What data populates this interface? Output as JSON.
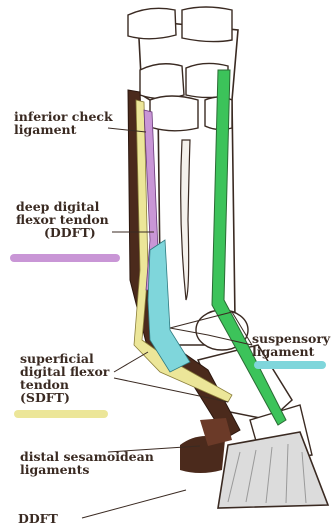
{
  "diagram": {
    "labels": {
      "inferior_check": [
        "inferior check",
        "ligament"
      ],
      "ddft_long": [
        "deep digital",
        "flexor tendon",
        "(DDFT)"
      ],
      "suspensory": [
        "suspensory",
        "ligament"
      ],
      "sdft": [
        "superficial",
        "digital flexor",
        "tendon",
        "(SDFT)"
      ],
      "distal_sesamoidean": [
        "distal sesamoidean",
        "ligaments"
      ],
      "ddft_short": "DDFT"
    },
    "legend_colors": {
      "ddft": "#c996d6",
      "suspensory": "#7fd6db",
      "sdft": "#ece699",
      "suspensory_line": "#3cc35a",
      "ligament_dark": "#4b2a1c"
    }
  }
}
